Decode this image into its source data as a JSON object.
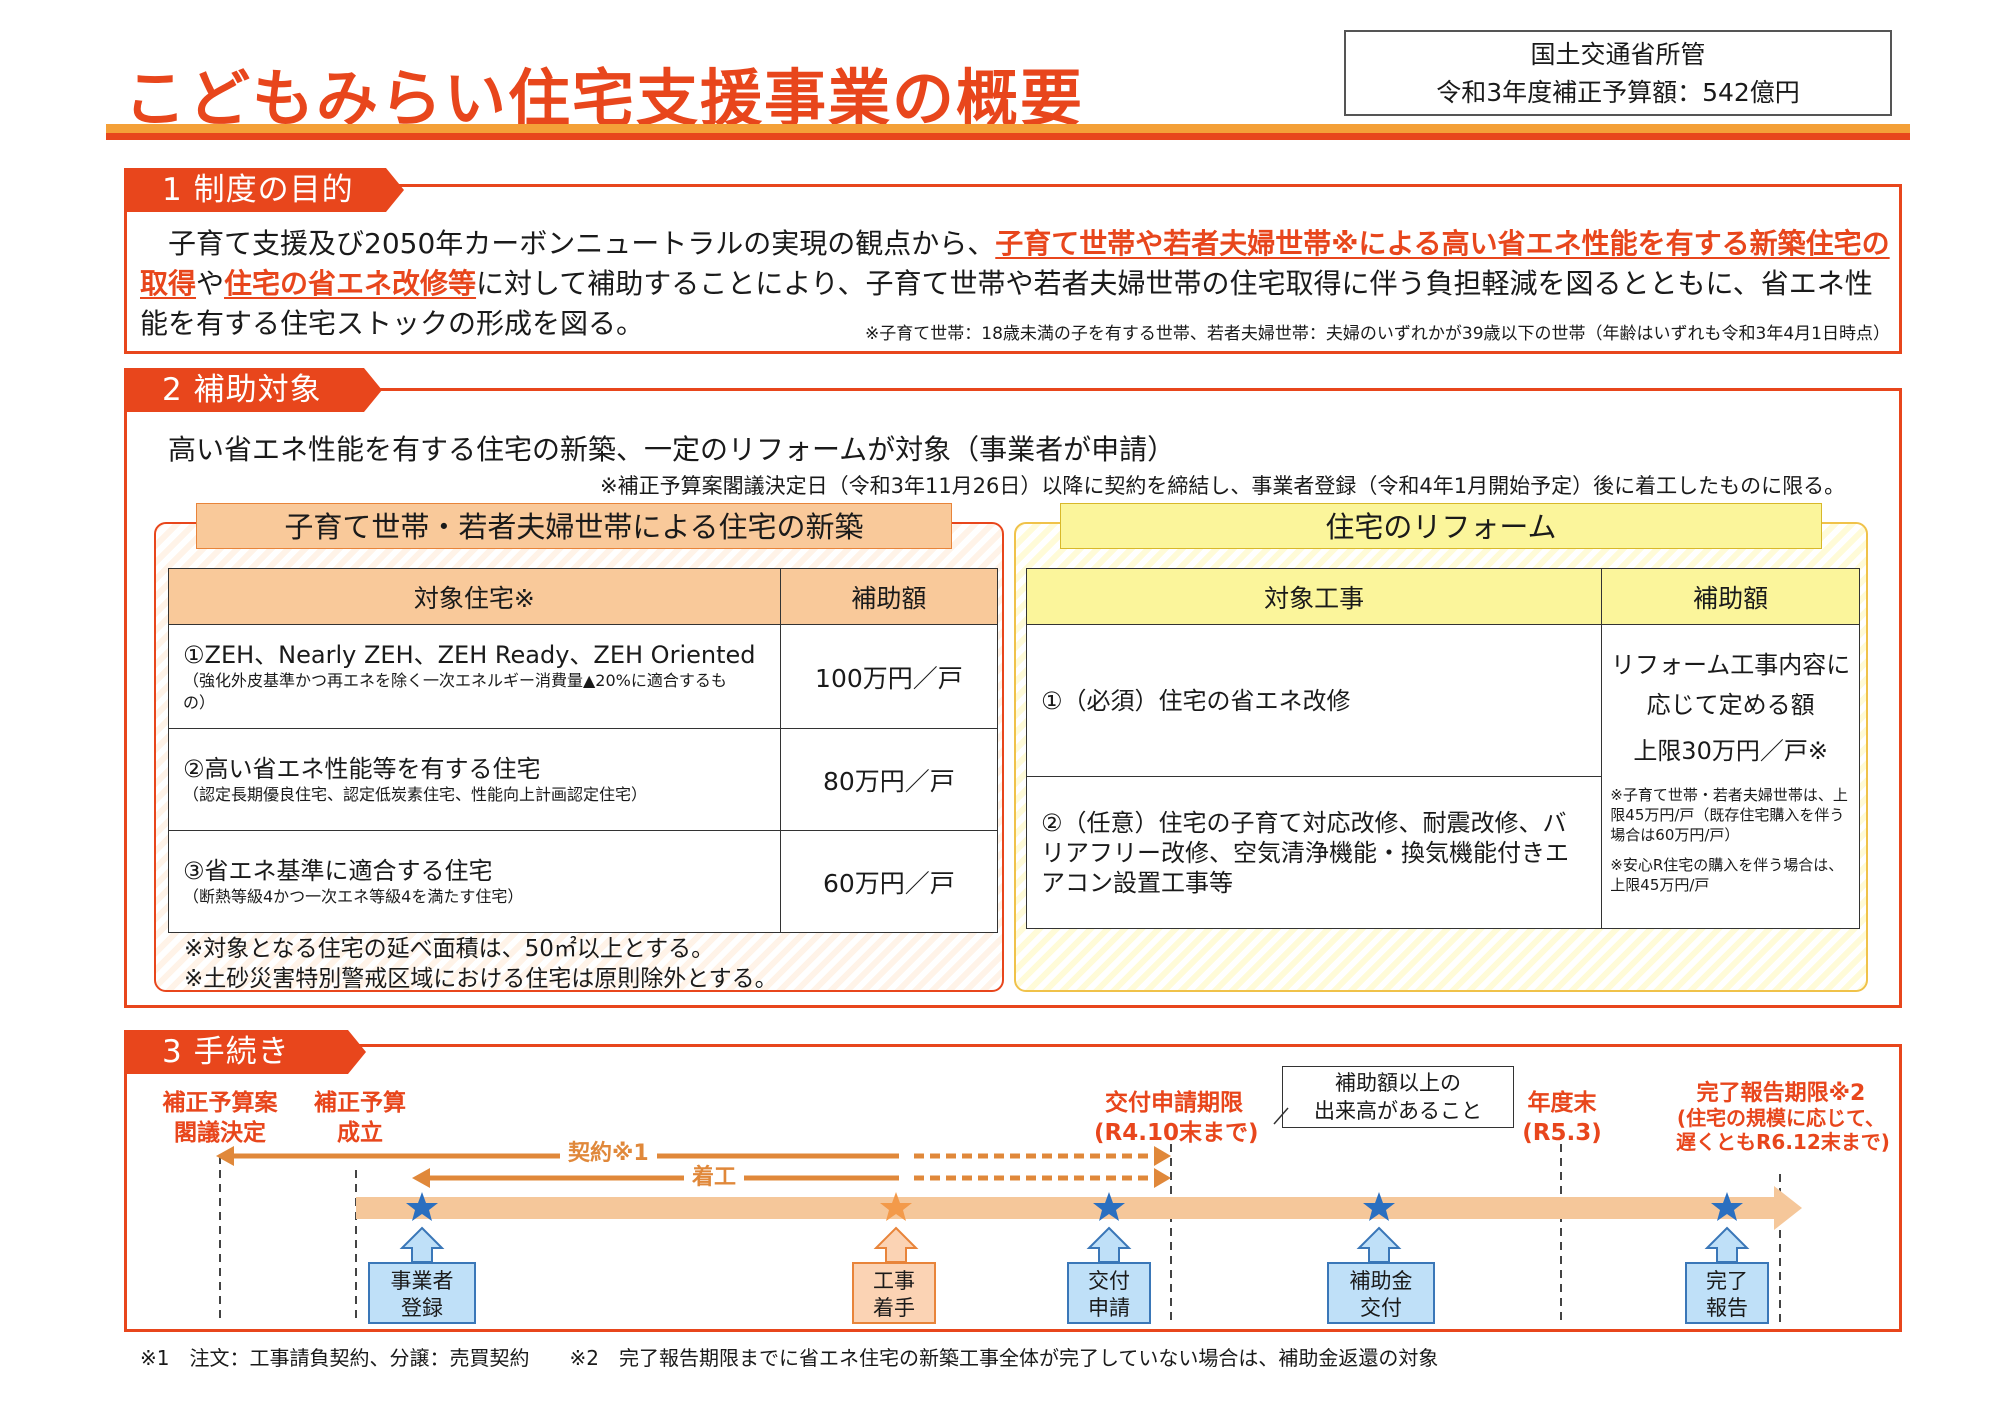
{
  "header": {
    "title": "こどもみらい住宅支援事業の概要",
    "budget_line1": "国土交通省所管",
    "budget_line2": "令和3年度補正予算額：542億円"
  },
  "s1": {
    "tag": "1 制度の目的",
    "p_a": "　子育て支援及び2050年カーボンニュートラルの実現の観点から、",
    "p_hl1": "子育て世帯や若者夫婦世帯※による高い省エネ性能を有する新築住宅の取得",
    "p_b": "や",
    "p_hl2": "住宅の省エネ改修等",
    "p_c": "に対して補助することにより、子育て世帯や若者夫婦世帯の住宅取得に伴う負担軽減を図るとともに、省エネ性能を有する住宅ストックの形成を図る。",
    "note": "※子育て世帯：18歳未満の子を有する世帯、若者夫婦世帯：夫婦のいずれかが39歳以下の世帯（年齢はいずれも令和3年4月1日時点）"
  },
  "s2": {
    "tag": "2 補助対象",
    "intro": "高い省エネ性能を有する住宅の新築、一定のリフォームが対象（事業者が申請）",
    "note": "※補正予算案閣議決定日（令和3年11月26日）以降に契約を締結し、事業者登録（令和4年1月開始予定）後に着工したものに限る。",
    "left": {
      "title": "子育て世帯・若者夫婦世帯による住宅の新築",
      "col1": "対象住宅※",
      "col2": "補助額",
      "rows": [
        {
          "main": "①ZEH、Nearly ZEH、ZEH Ready、ZEH Oriented",
          "sub": "（強化外皮基準かつ再エネを除く一次エネルギー消費量▲20%に適合するもの）",
          "amt": "100万円／戸"
        },
        {
          "main": "②高い省エネ性能等を有する住宅",
          "sub": "（認定長期優良住宅、認定低炭素住宅、性能向上計画認定住宅）",
          "amt": "80万円／戸"
        },
        {
          "main": "③省エネ基準に適合する住宅",
          "sub": "（断熱等級4かつ一次エネ等級4を満たす住宅）",
          "amt": "60万円／戸"
        }
      ],
      "note1": "※対象となる住宅の延べ面積は、50㎡以上とする。",
      "note2": "※土砂災害特別警戒区域における住宅は原則除外とする。"
    },
    "right": {
      "title": "住宅のリフォーム",
      "col1": "対象工事",
      "col2": "補助額",
      "row1": "①（必須）住宅の省エネ改修",
      "row2": "②（任意）住宅の子育て対応改修、耐震改修、バリアフリー改修、空気清浄機能・換気機能付きエアコン設置工事等",
      "amt1": "リフォーム工事内容に応じて定める額",
      "amt2": "上限30万円／戸※",
      "amt_note1": "※子育て世帯・若者夫婦世帯は、上限45万円/戸（既存住宅購入を伴う場合は60万円/戸）",
      "amt_note2": "※安心R住宅の購入を伴う場合は、上限45万円/戸"
    }
  },
  "s3": {
    "tag": "3 手続き",
    "lbl1a": "補正予算案",
    "lbl1b": "閣議決定",
    "lbl2a": "補正予算",
    "lbl2b": "成立",
    "lbl3a": "交付申請期限",
    "lbl3b": "(R4.10末まで)",
    "callout_a": "補助額以上の",
    "callout_b": "出来高があること",
    "lbl4a": "年度末",
    "lbl4b": "(R5.3)",
    "lbl5a": "完了報告期限※2",
    "lbl5b": "(住宅の規模に応じて、",
    "lbl5c": "遅くともR6.12末まで)",
    "keiyaku": "契約※1",
    "chakko": "着工",
    "box1a": "事業者",
    "box1b": "登録",
    "box2a": "工事",
    "box2b": "着手",
    "box3a": "交付",
    "box3b": "申請",
    "box4a": "補助金",
    "box4b": "交付",
    "box5a": "完了",
    "box5b": "報告"
  },
  "footer": "※1　注文：工事請負契約、分譲：売買契約　　※2　完了報告期限までに省エネ住宅の新築工事全体が完了していない場合は、補助金返還の対象"
}
